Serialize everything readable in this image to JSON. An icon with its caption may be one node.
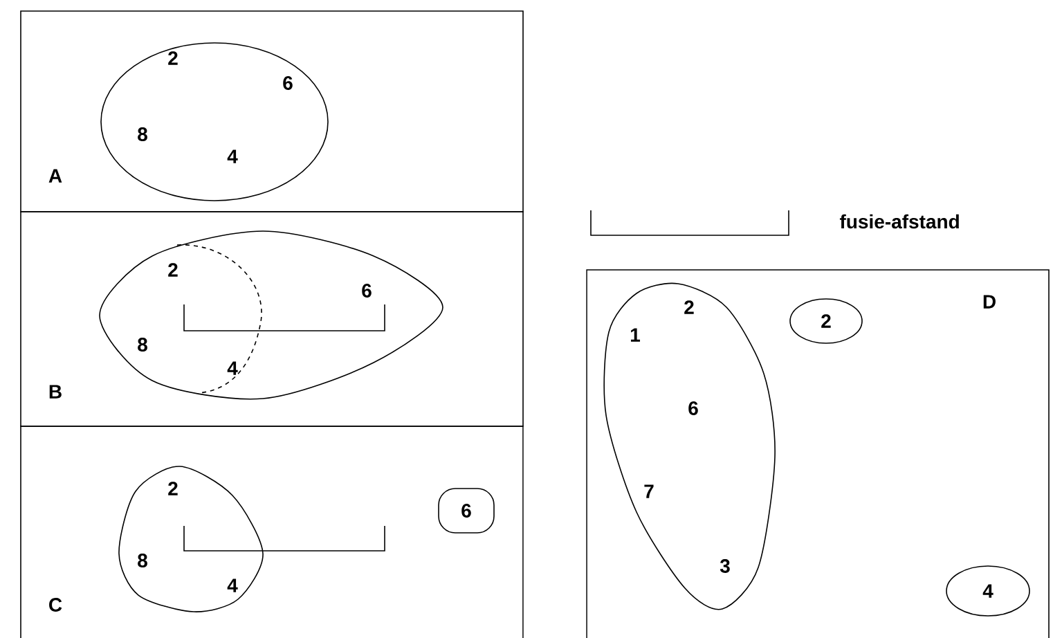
{
  "diagram": {
    "nodes": [
      {
        "text": [
          "A"
        ]
      },
      {
        "text": [
          "2",
          "6",
          "8",
          "4"
        ],
        "in": 0
      },
      {
        "text": [
          "B"
        ]
      },
      {
        "text": [
          "2",
          "6",
          "8",
          "4"
        ],
        "in": 2
      },
      {
        "text": [
          "C"
        ]
      },
      {
        "text": [
          "2",
          "8",
          "4"
        ],
        "in": 4
      },
      {
        "text": [
          "6"
        ],
        "in": 4
      },
      {
        "text": [
          "D"
        ]
      },
      {
        "text": [
          "2",
          "1",
          "6",
          "7",
          "3"
        ],
        "in": 7
      },
      {
        "text": [
          "2"
        ],
        "in": 7
      },
      {
        "text": [
          "4"
        ],
        "in": 7
      }
    ],
    "labels": [
      "fusie-afstand"
    ]
  }
}
